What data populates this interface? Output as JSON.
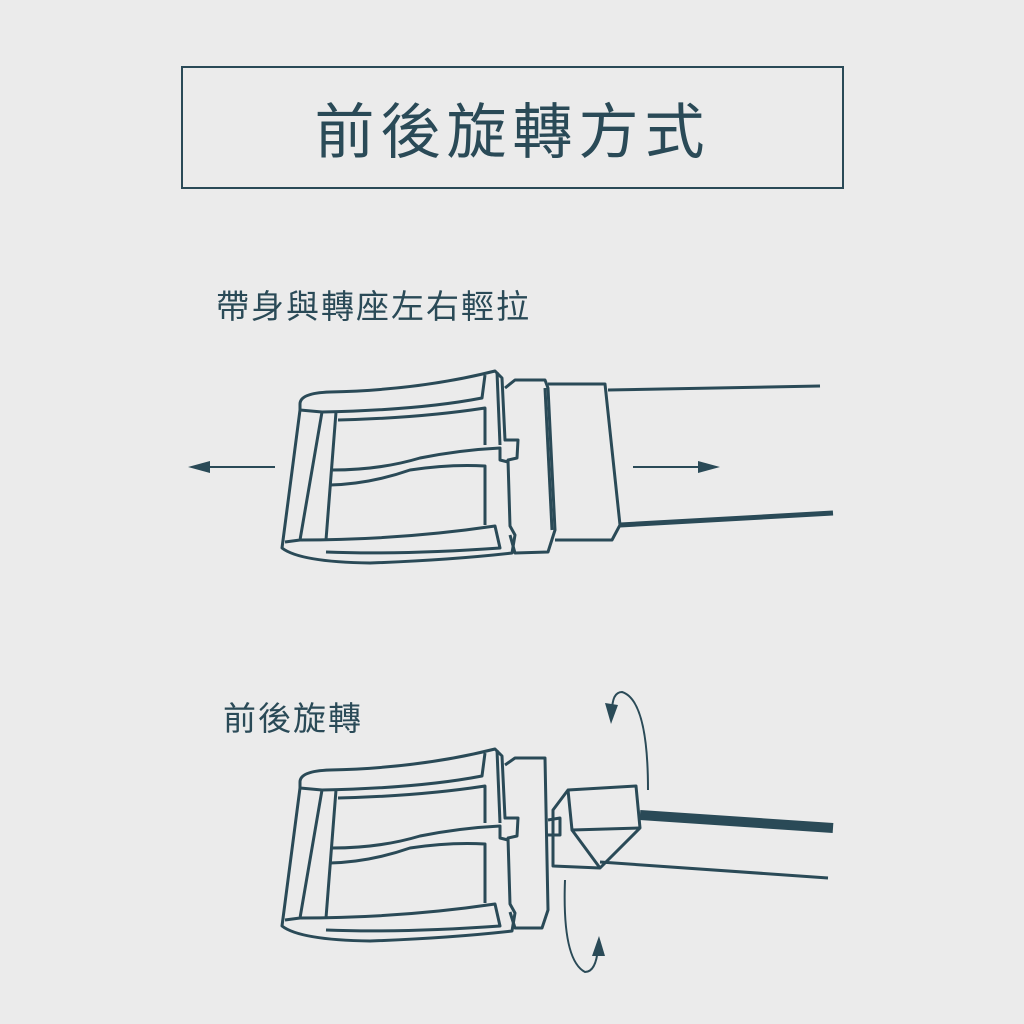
{
  "title": "前後旋轉方式",
  "step1": {
    "caption": "帶身與轉座左右輕拉"
  },
  "step2": {
    "caption": "前後旋轉"
  },
  "colors": {
    "ink": "#2a4a57",
    "background": "#ebebeb"
  }
}
